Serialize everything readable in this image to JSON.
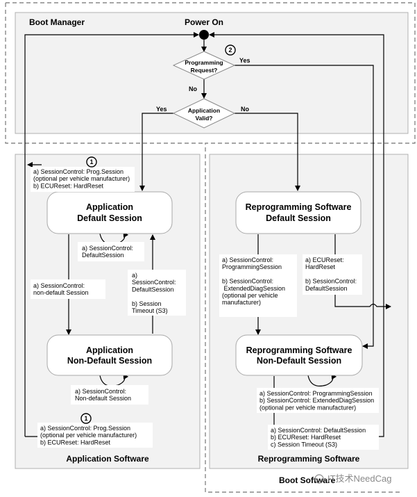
{
  "regions": {
    "boot_manager": "Boot Manager",
    "application_software": "Application Software",
    "reprogramming_software": "Reprogramming Software",
    "boot_software": "Boot Software"
  },
  "power_on": "Power On",
  "decisions": {
    "programming_request": {
      "line1": "Programming",
      "line2": "Request?",
      "yes": "Yes",
      "no": "No",
      "badge": "2"
    },
    "application_valid": {
      "line1": "Application",
      "line2": "Valid?",
      "yes": "Yes",
      "no": "No"
    }
  },
  "states": {
    "app_default": {
      "line1": "Application",
      "line2": "Default Session"
    },
    "app_nondefault": {
      "line1": "Application",
      "line2": "Non-Default Session"
    },
    "reprog_default": {
      "line1": "Reprogramming Software",
      "line2": "Default Session"
    },
    "reprog_nondefault": {
      "line1": "Reprogramming Software",
      "line2": "Non-Default Session"
    }
  },
  "transitions": {
    "app_default_to_boot": {
      "badge": "1",
      "lines": [
        "a) SessionControl: Prog.Session",
        "(optional per vehicle manufacturer)",
        "b) ECUReset: HardReset"
      ]
    },
    "app_default_self": {
      "lines": [
        "a) SessionControl:",
        "DefaultSession"
      ]
    },
    "app_default_to_nondefault": {
      "lines": [
        "a) SessionControl:",
        "non-default Session"
      ]
    },
    "app_nondefault_to_default": {
      "lines": [
        "a)",
        "SessionControl:",
        "DefaultSession",
        "",
        "b) Session",
        "Timeout (S3)"
      ]
    },
    "app_nondefault_self": {
      "lines": [
        "a) SessionControl:",
        "Non-default Session"
      ]
    },
    "app_nondefault_to_boot": {
      "badge": "1",
      "lines": [
        "a) SessionControl: Prog.Session",
        "(optional per vehicle manufacturer)",
        "b) ECUReset: HardReset"
      ]
    },
    "reprog_default_to_nondefault": {
      "lines": [
        "a) SessionControl:",
        "ProgrammingSession",
        "",
        "b) SessionControl:",
        " ExtendedDiagSession",
        "(optional per vehicle",
        "manufacturer)"
      ]
    },
    "reprog_default_to_boot": {
      "lines": [
        "a) ECUReset:",
        "HardReset",
        "",
        "b) SessionControl:",
        "DefaultSession"
      ]
    },
    "reprog_nondefault_self": {
      "lines": [
        "a) SessionControl: ProgrammingSession",
        "b) SessionControl: ExtendedDiagSession",
        "(optional per vehicle manufacturer)"
      ]
    },
    "reprog_nondefault_to_boot": {
      "lines": [
        "a) SessionControl: DefaultSession",
        "b) ECUReset: HardReset",
        "c) Session Timeout (S3)"
      ]
    }
  },
  "watermark": "IT技术NeedCag"
}
